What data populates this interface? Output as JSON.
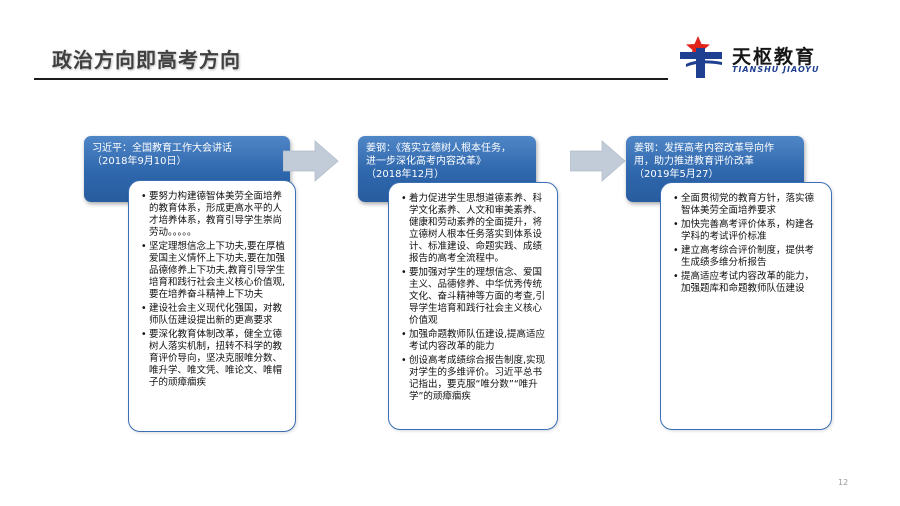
{
  "slide": {
    "title": "政治方向即高考方向",
    "page_number": "12"
  },
  "logo": {
    "name": "天枢教育",
    "subtitle": "TIANSHU JIAOYU",
    "colors": {
      "blue": "#1f3f90",
      "red": "#e0241b"
    }
  },
  "columns": [
    {
      "header_lines": [
        "习近平：全国教育工作大会讲话",
        "（2018年9月10日）"
      ],
      "items": [
        "要努力构建德智体美劳全面培养的教育体系，形成更高水平的人才培养体系，教育引导学生崇尚劳动。。。。。",
        "坚定理想信念上下功夫,要在厚植爱国主义情怀上下功夫,要在加强品德修养上下功夫,教育引导学生培育和践行社会主义核心价值观,要在培养奋斗精神上下功夫",
        "建设社会主义现代化强国，对教师队伍建设提出新的更高要求",
        "要深化教育体制改革，健全立德树人落实机制，扭转不科学的教育评价导向，坚决克服唯分数、唯升学、唯文凭、唯论文、唯帽子的顽瘴痼疾"
      ]
    },
    {
      "header_lines": [
        "姜钢：《落实立德树人根本任务，",
        "进一步深化高考内容改革》",
        "（2018年12月）"
      ],
      "items": [
        "着力促进学生思想道德素养、科学文化素养、人文和审美素养、健康和劳动素养的全面提升，将立德树人根本任务落实到体系设计、标准建设、命题实践、成绩报告的高考全流程中。",
        "要加强对学生的理想信念、爱国主义、品德修养、中华优秀传统文化、奋斗精神等方面的考查,引导学生培育和践行社会主义核心价值观",
        "加强命题教师队伍建设,提高适应考试内容改革的能力",
        "创设高考成绩综合报告制度,实现对学生的多维评价。习近平总书记指出，要克服“唯分数”“唯升学”的顽瘴痼疾"
      ]
    },
    {
      "header_lines": [
        "姜钢：发挥高考内容改革导向作",
        "用，助力推进教育评价改革",
        "（2019年5月27）"
      ],
      "items": [
        "全面贯彻党的教育方针，落实德智体美劳全面培养要求",
        "加快完善高考评价体系，构建各学科的考试评价标准",
        "建立高考综合评价制度，提供考生成绩多维分析报告",
        "提高适应考试内容改革的能力，加强题库和命题教师队伍建设"
      ]
    }
  ],
  "arrows": [
    {
      "icon": "right-arrow-icon",
      "color": "#c2ccd8"
    },
    {
      "icon": "right-arrow-icon",
      "color": "#c2ccd8"
    }
  ],
  "colors": {
    "title_text": "#404040",
    "rule": "#1c1c1c",
    "header_fill": "#2f67ad",
    "box_border": "#3a6fb5",
    "arrow_fill": "#c2ccd8"
  }
}
